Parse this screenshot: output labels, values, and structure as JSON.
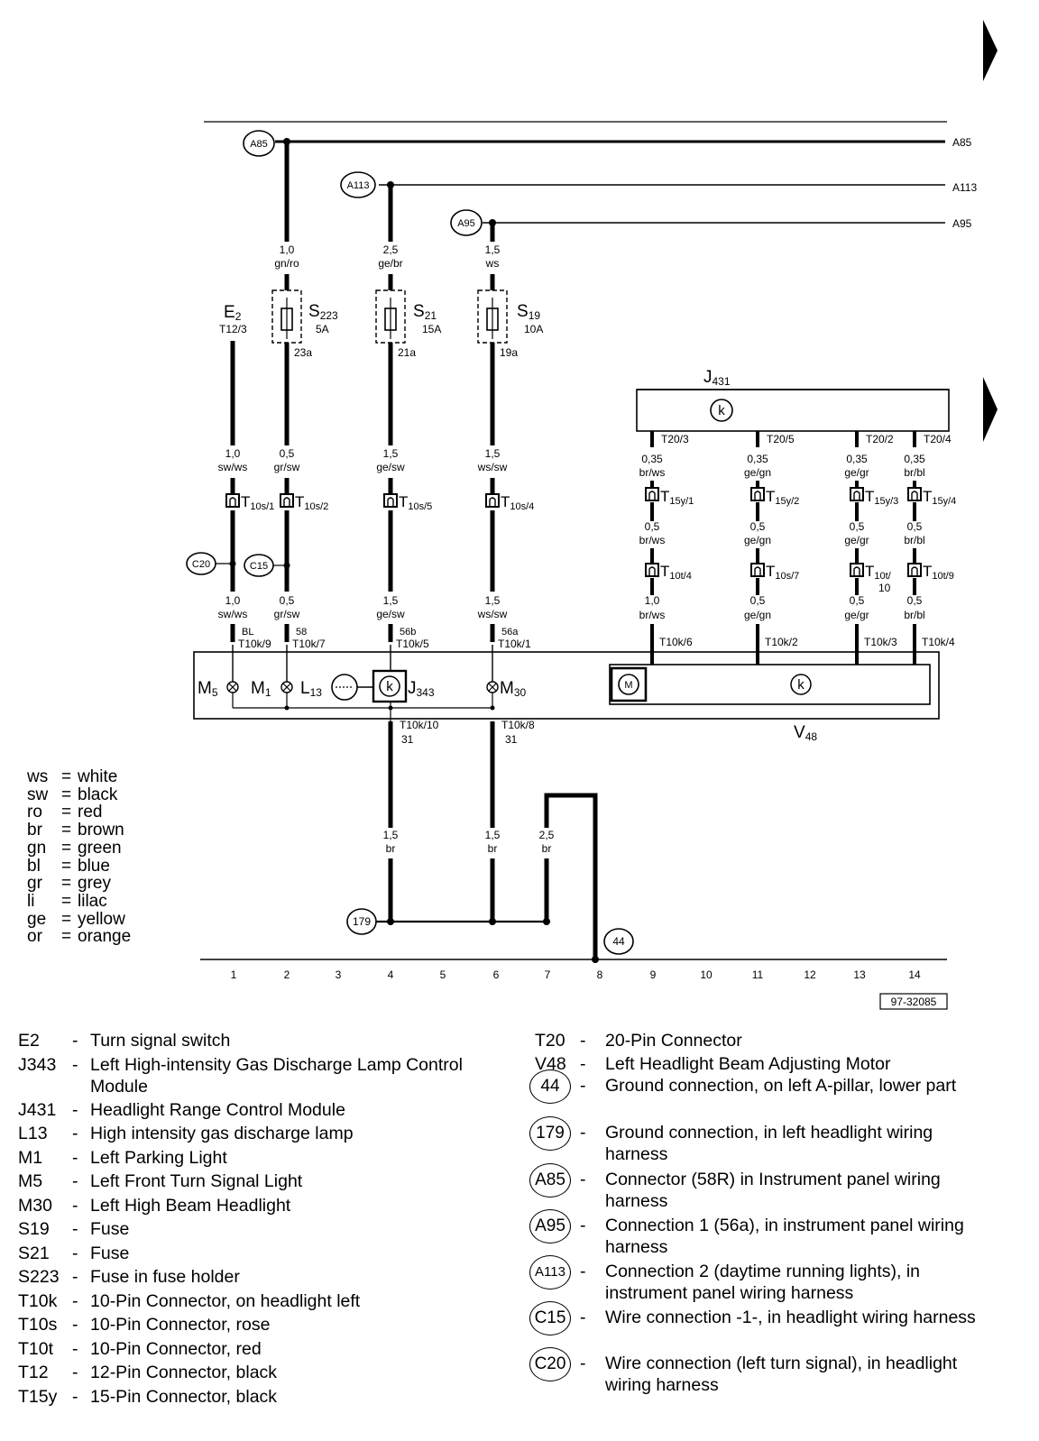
{
  "title_top_rule": "",
  "connectors": {
    "A85": "A85",
    "A113": "A113",
    "A95": "A95",
    "C20": "C20",
    "C15": "C15",
    "g179": "179",
    "g44": "44"
  },
  "wires": {
    "w1_top": {
      "size": "1,0",
      "color": "gn/ro"
    },
    "w2_top": {
      "size": "2,5",
      "color": "ge/br"
    },
    "w3_top": {
      "size": "1,5",
      "color": "ws"
    }
  },
  "fuses": {
    "S223": {
      "name": "S223",
      "rating": "5A",
      "pin": "23a"
    },
    "S21": {
      "name": "S21",
      "rating": "15A",
      "pin": "21a"
    },
    "S19": {
      "name": "S19",
      "rating": "10A",
      "pin": "19a"
    }
  },
  "E2": {
    "name": "E2",
    "pin": "T12/3"
  },
  "J431": {
    "name": "J431",
    "pins": [
      "T20/3",
      "T20/5",
      "T20/2",
      "T20/4"
    ]
  },
  "mid_wires": [
    {
      "size": "1,0",
      "color": "sw/ws",
      "conn": "T10s/1"
    },
    {
      "size": "0,5",
      "color": "gr/sw",
      "conn": "T10s/2"
    },
    {
      "size": "1,5",
      "color": "ge/sw",
      "conn": "T10s/5"
    },
    {
      "size": "1,5",
      "color": "ws/sw",
      "conn": "T10s/4"
    }
  ],
  "low_wires": [
    {
      "size": "1,0",
      "color": "sw/ws",
      "term": "BL",
      "conn": "T10k/9"
    },
    {
      "size": "0,5",
      "color": "gr/sw",
      "term": "58",
      "conn": "T10k/7"
    },
    {
      "size": "1,5",
      "color": "ge/sw",
      "term": "56b",
      "conn": "T10k/5"
    },
    {
      "size": "1,5",
      "color": "ws/sw",
      "term": "56a",
      "conn": "T10k/1"
    }
  ],
  "right_wires_a": [
    {
      "size": "0,35",
      "color": "br/ws",
      "conn": "T15y/1"
    },
    {
      "size": "0,35",
      "color": "ge/gn",
      "conn": "T15y/2"
    },
    {
      "size": "0,35",
      "color": "ge/gr",
      "conn": "T15y/3"
    },
    {
      "size": "0,35",
      "color": "br/bl",
      "conn": "T15y/4"
    }
  ],
  "right_wires_b": [
    {
      "size": "0,5",
      "color": "br/ws",
      "conn": "T10t/4"
    },
    {
      "size": "0,5",
      "color": "ge/gn",
      "conn": "T10s/7"
    },
    {
      "size": "0,5",
      "color": "ge/gr",
      "conn": "T10t/",
      "conn2": "10"
    },
    {
      "size": "0,5",
      "color": "br/bl",
      "conn": "T10t/9"
    }
  ],
  "right_wires_c": [
    {
      "size": "1,0",
      "color": "br/ws",
      "conn": "T10k/6"
    },
    {
      "size": "0,5",
      "color": "ge/gn",
      "conn": "T10k/2"
    },
    {
      "size": "0,5",
      "color": "ge/gr",
      "conn": "T10k/3"
    },
    {
      "size": "0,5",
      "color": "br/bl",
      "conn": "T10k/4"
    }
  ],
  "components": {
    "M5": "M5",
    "M1": "M1",
    "L13": "L13",
    "J343": "J343",
    "M30": "M30",
    "V48": "V48"
  },
  "ground_wires": [
    {
      "conn": "T10k/10",
      "term": "31",
      "size": "1,5",
      "color": "br"
    },
    {
      "conn": "T10k/8",
      "term": "31",
      "size": "1,5",
      "color": "br"
    },
    {
      "size": "2,5",
      "color": "br"
    }
  ],
  "track_numbers": [
    "1",
    "2",
    "3",
    "4",
    "5",
    "6",
    "7",
    "8",
    "9",
    "10",
    "11",
    "12",
    "13",
    "14"
  ],
  "figure_id": "97-32085",
  "color_legend": [
    {
      "code": "ws",
      "name": "white"
    },
    {
      "code": "sw",
      "name": "black"
    },
    {
      "code": "ro",
      "name": "red"
    },
    {
      "code": "br",
      "name": "brown"
    },
    {
      "code": "gn",
      "name": "green"
    },
    {
      "code": "bl",
      "name": "blue"
    },
    {
      "code": "gr",
      "name": "grey"
    },
    {
      "code": "li",
      "name": "lilac"
    },
    {
      "code": "ge",
      "name": "yellow"
    },
    {
      "code": "or",
      "name": "orange"
    }
  ],
  "key_left": [
    {
      "code": "E2",
      "text": "Turn signal switch"
    },
    {
      "code": "J343",
      "text": "Left High-intensity Gas Discharge Lamp Control",
      "text2": "Module"
    },
    {
      "code": "J431",
      "text": "Headlight Range Control Module"
    },
    {
      "code": "L13",
      "text": "High intensity gas discharge lamp"
    },
    {
      "code": "M1",
      "text": "Left Parking Light"
    },
    {
      "code": "M5",
      "text": "Left Front Turn Signal Light"
    },
    {
      "code": "M30",
      "text": "Left High Beam Headlight"
    },
    {
      "code": "S19",
      "text": "Fuse"
    },
    {
      "code": "S21",
      "text": "Fuse"
    },
    {
      "code": "S223",
      "text": "Fuse in fuse holder"
    },
    {
      "code": "T10k",
      "text": "10-Pin Connector, on headlight left"
    },
    {
      "code": "T10s",
      "text": "10-Pin Connector, rose"
    },
    {
      "code": "T10t",
      "text": "10-Pin Connector, red"
    },
    {
      "code": "T12",
      "text": "12-Pin Connector, black"
    },
    {
      "code": "T15y",
      "text": "15-Pin Connector, black"
    }
  ],
  "key_right": [
    {
      "code": "T20",
      "text": "20-Pin Connector"
    },
    {
      "code": "V48",
      "text": "Left Headlight Beam Adjusting Motor"
    },
    {
      "code": "44",
      "text": "Ground connection, on left A-pillar, lower part"
    },
    {
      "code": "179",
      "text": "Ground connection, in left headlight wiring",
      "text2": "harness"
    },
    {
      "code": "A85",
      "text": "Connector (58R) in Instrument panel wiring",
      "text2": "harness"
    },
    {
      "code": "A95",
      "text": "Connection 1 (56a), in instrument panel wiring",
      "text2": "harness"
    },
    {
      "code": "A113",
      "text": "Connection 2 (daytime running lights), in",
      "text2": "instrument panel wiring harness"
    },
    {
      "code": "C15",
      "text": "Wire connection -1-, in headlight wiring harness"
    },
    {
      "code": "C20",
      "text": "Wire connection (left turn signal), in headlight",
      "text2": "wiring harness"
    }
  ]
}
